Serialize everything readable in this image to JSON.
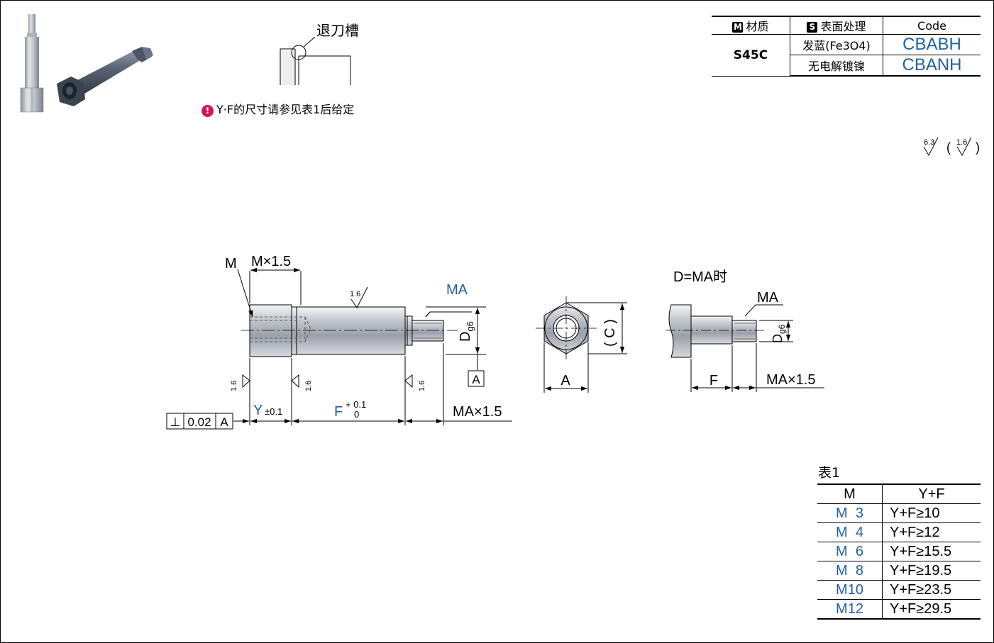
{
  "material_table": {
    "headers": {
      "material_badge": "M",
      "material": "材质",
      "surface_badge": "S",
      "surface": "表面处理",
      "code": "Code"
    },
    "material": "S45C",
    "rows": [
      {
        "surface": "发蓝(Fe3O4)",
        "code": "CBABH"
      },
      {
        "surface": "无电解镀镍",
        "code": "CBANH"
      }
    ]
  },
  "groove_label": "退刀槽",
  "note": {
    "icon": "!",
    "text": "Y·F的尺寸请参见表1后给定"
  },
  "roughness": {
    "general": "6.3",
    "special": "1.6",
    "open": "(",
    "close": ")"
  },
  "main_view": {
    "label_M": "M",
    "label_M_depth": "M×1.5",
    "label_MA": "MA",
    "roughness": "1.6",
    "label_D": "D",
    "label_D_sub": "g6",
    "datum": "A",
    "label_Y": "Y",
    "tol_Y": "±0.1",
    "label_F": "F",
    "tol_F_upper": "+ 0.1",
    "tol_F_lower": "0",
    "label_MA_len": "MA×1.5",
    "fcf_symbol": "⊥",
    "fcf_value": "0.02",
    "fcf_datum": "A"
  },
  "hex_view": {
    "label_C": "( C )",
    "label_A": "A"
  },
  "alt_view": {
    "title": "D=MA时",
    "label_MA": "MA",
    "label_D": "D",
    "label_D_sub": "g6",
    "label_F": "F",
    "label_MA_len": "MA×1.5"
  },
  "table1": {
    "title": "表1",
    "headers": [
      "M",
      "Y+F"
    ],
    "rows": [
      [
        "M  3",
        "Y+F≥10"
      ],
      [
        "M  4",
        "Y+F≥12"
      ],
      [
        "M  6",
        "Y+F≥15.5"
      ],
      [
        "M  8",
        "Y+F≥19.5"
      ],
      [
        "M10",
        "Y+F≥23.5"
      ],
      [
        "M12",
        "Y+F≥29.5"
      ]
    ]
  }
}
